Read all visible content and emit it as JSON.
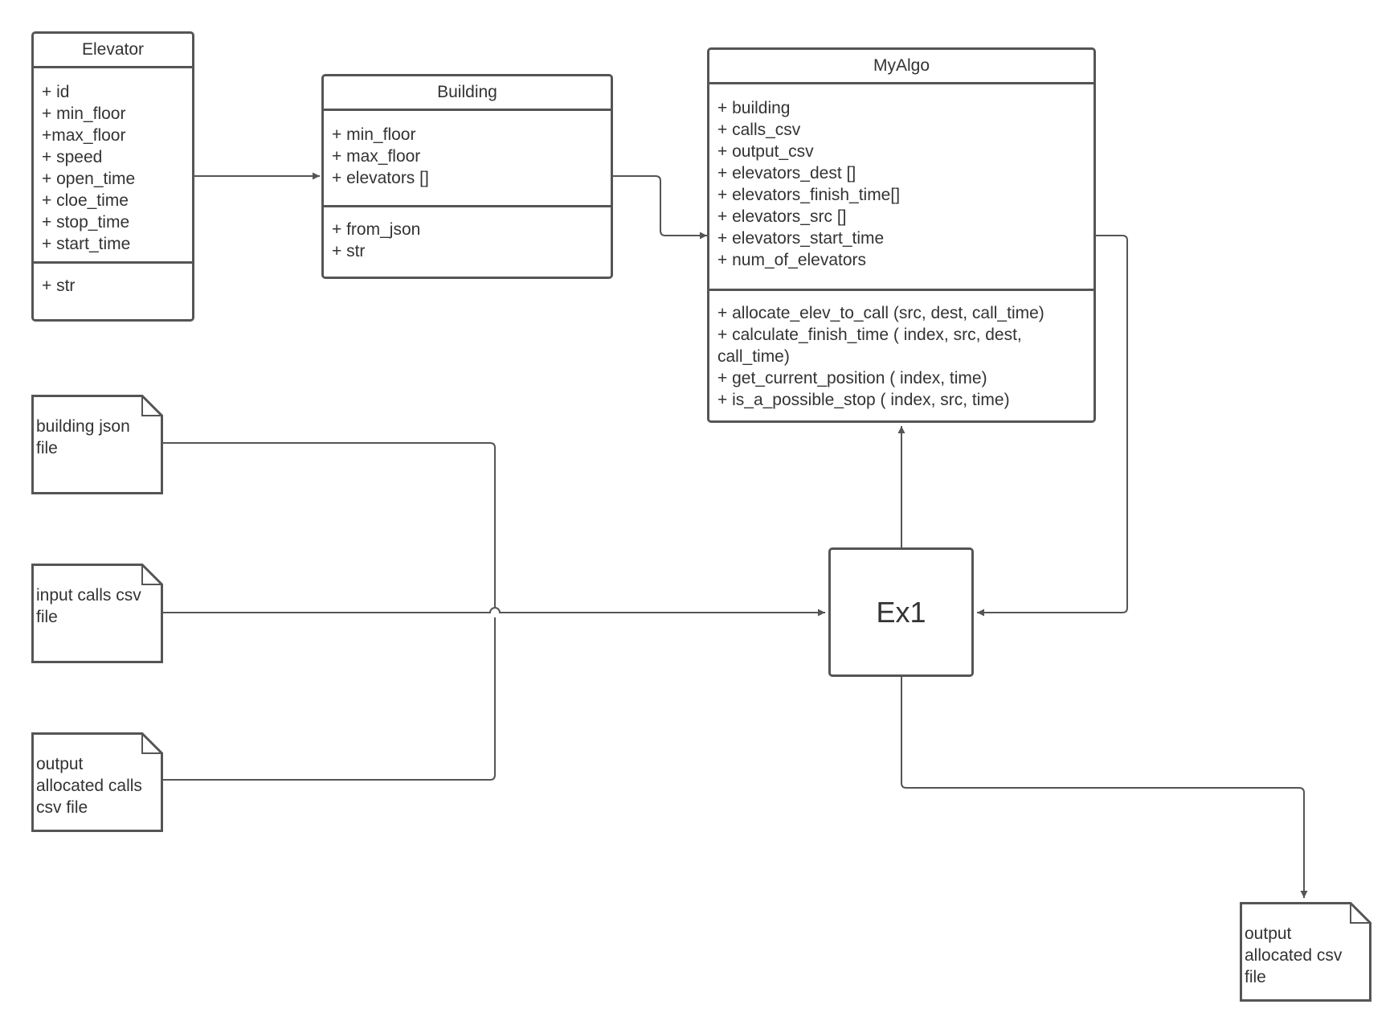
{
  "classes": {
    "elevator": {
      "name": "Elevator",
      "attributes": [
        "+ id",
        "+ min_floor",
        "+max_floor",
        "+ speed",
        "+ open_time",
        "+ cloe_time",
        "+ stop_time",
        "+ start_time"
      ],
      "methods": [
        "+ str"
      ]
    },
    "building": {
      "name": "Building",
      "attributes": [
        "+ min_floor",
        "+ max_floor",
        "+ elevators []"
      ],
      "methods": [
        "+ from_json",
        "+ str"
      ]
    },
    "myalgo": {
      "name": "MyAlgo",
      "attributes": [
        "+ building",
        "+ calls_csv",
        "+ output_csv",
        "+ elevators_dest []",
        "+ elevators_finish_time[]",
        "+ elevators_src []",
        "+ elevators_start_time",
        "+ num_of_elevators"
      ],
      "methods": [
        "+ allocate_elev_to_call (src, dest, call_time)",
        "+ calculate_finish_time ( index, src, dest, call_time)",
        "+ get_current_position ( index, time)",
        "+ is_a_possible_stop ( index, src, time)"
      ]
    }
  },
  "main_box": {
    "label": "Ex1"
  },
  "files": {
    "building_json": "building json\nfile",
    "input_calls": "input calls csv\nfile",
    "output_allocated_calls": "output\nallocated calls\ncsv file",
    "output_allocated_csv": "output\nallocated csv\nfile"
  },
  "colors": {
    "line": "#555555",
    "text": "#333333",
    "background": "#ffffff"
  }
}
